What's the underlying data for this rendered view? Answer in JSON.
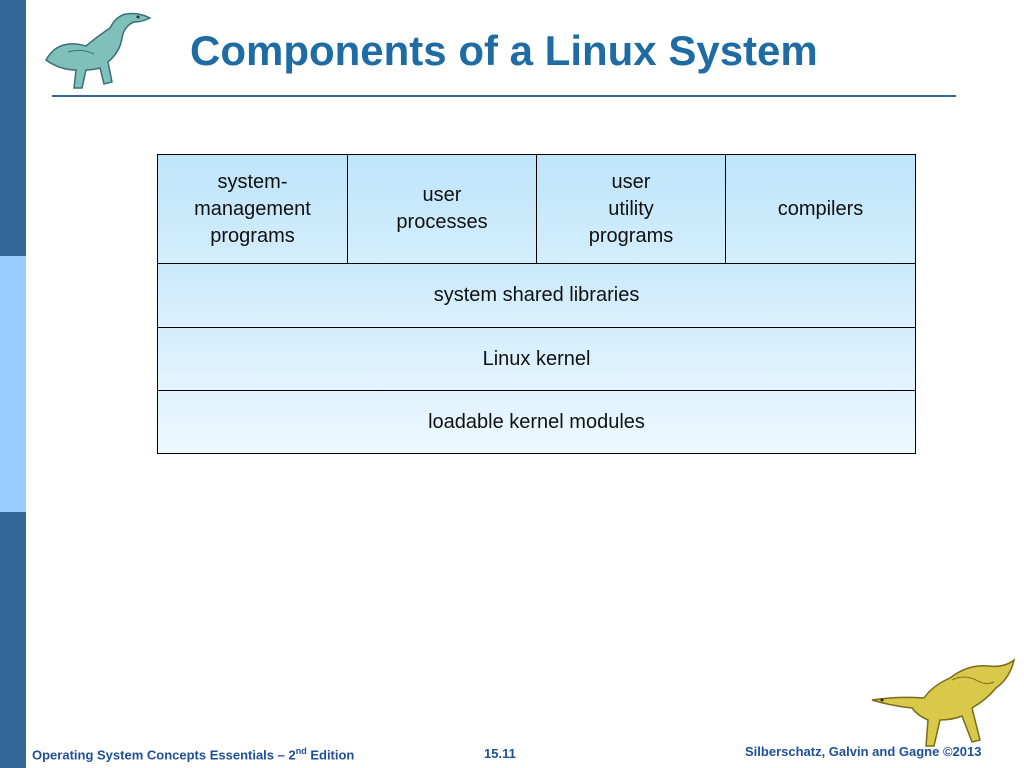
{
  "slide": {
    "title": "Components of a Linux System"
  },
  "diagram": {
    "top_row": [
      {
        "label": "system-\nmanagement\nprograms"
      },
      {
        "label": "user\nprocesses"
      },
      {
        "label": "user\nutility\nprograms"
      },
      {
        "label": "compilers"
      }
    ],
    "layers": [
      {
        "label": "system shared libraries"
      },
      {
        "label": "Linux kernel"
      },
      {
        "label": "loadable kernel modules"
      }
    ]
  },
  "footer": {
    "book_prefix": "Operating System Concepts Essentials – 2",
    "book_sup": "nd",
    "book_suffix": " Edition",
    "page": "15.11",
    "copyright": "Silberschatz, Galvin and Gagne ©2013"
  },
  "colors": {
    "title": "#1f6ba3",
    "sidebar": "#336699",
    "sidebar_highlight": "#99ccff",
    "cell_fill": "#cdeafc"
  },
  "icons": {
    "top_logo": "dinosaur-icon",
    "bottom_logo": "dinosaur-icon"
  }
}
